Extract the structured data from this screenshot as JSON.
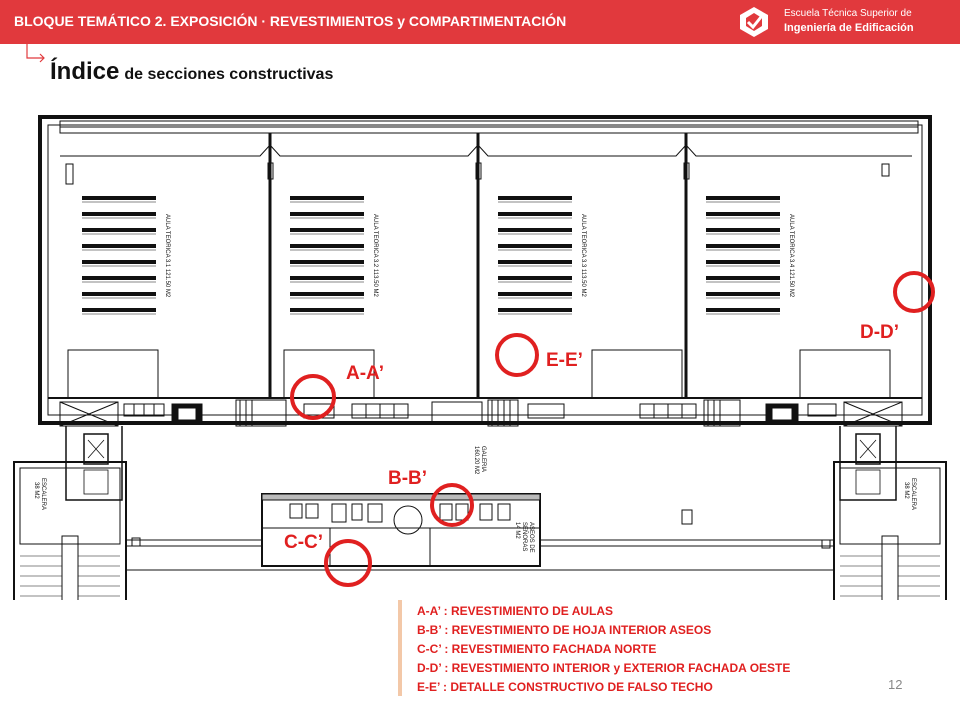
{
  "header": {
    "title": "BLOQUE TEMÁTICO 2. EXPOSICIÓN · REVESTIMIENTOS y COMPARTIMENTACIÓN",
    "logo_line1": "Escuela Técnica Superior de",
    "logo_line2": "Ingeniería de Edificación"
  },
  "heading": {
    "big": "Índice",
    "small": "de secciones constructivas"
  },
  "plan": {
    "aula_labels": [
      "AULA TEORICA 3.1   121.50 M2",
      "AULA TEORICA 3.2   113.50 M2",
      "AULA TEORICA 3.3   113.50 M2",
      "AULA TEORICA 3.4   121.50 M2"
    ],
    "galeria": [
      "GALERIA",
      "160.20 M2"
    ],
    "aseos": [
      "ASEOS DE",
      "SEÑORAS",
      "14 M2"
    ],
    "escalera_left": [
      "ESCALERA",
      "38 M2"
    ],
    "escalera_right": [
      "ESCALERA",
      "38 M2"
    ]
  },
  "sections": {
    "aa": "A-A’",
    "bb": "B-B’",
    "cc": "C-C’",
    "dd": "D-D’",
    "ee": "E-E’"
  },
  "legend": [
    "A-A’ :  REVESTIMIENTO DE AULAS",
    "B-B’ :  REVESTIMIENTO DE HOJA INTERIOR ASEOS",
    "C-C’ :  REVESTIMIENTO FACHADA NORTE",
    "D-D’ : REVESTIMIENTO INTERIOR y EXTERIOR FACHADA OESTE",
    "E-E’ : DETALLE CONSTRUCTIVO DE FALSO TECHO"
  ],
  "page_number": "12",
  "colors": {
    "header_bg": "#e1393d",
    "section_red": "#e02020",
    "legend_bar": "#f3c8a8"
  }
}
